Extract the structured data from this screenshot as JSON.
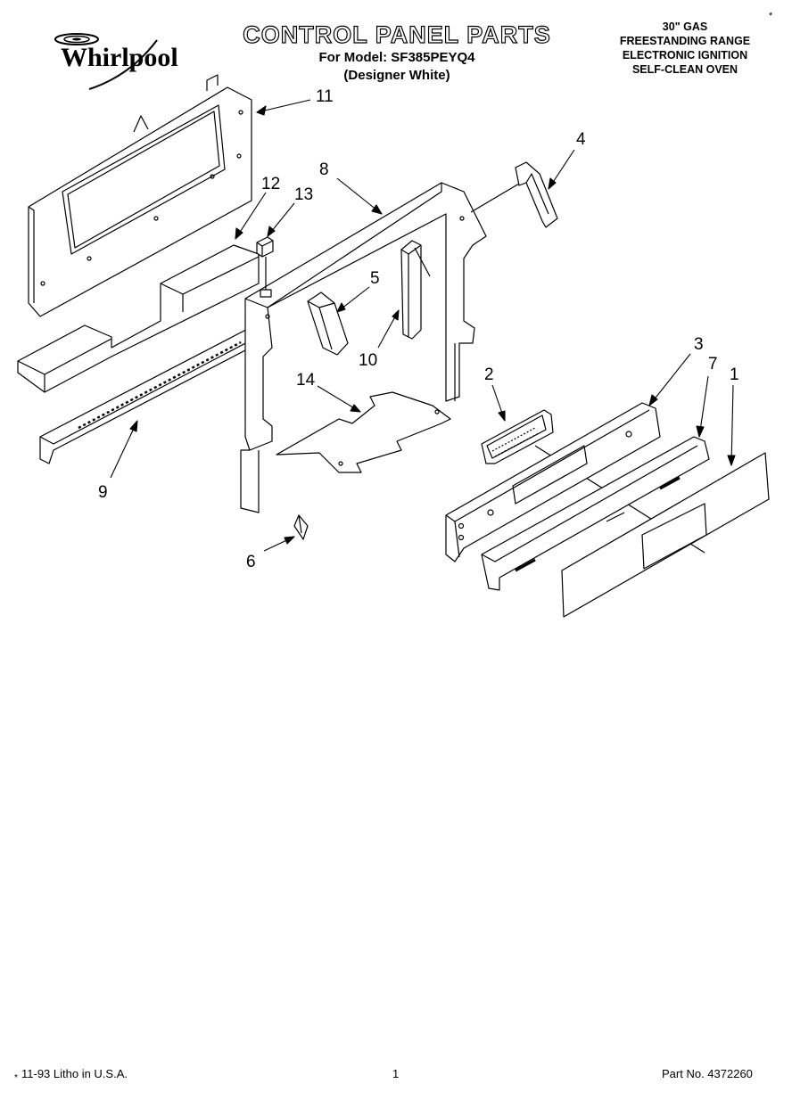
{
  "brand": {
    "name": "Whirlpool"
  },
  "header": {
    "title": "CONTROL PANEL PARTS",
    "model_line": "For Model: SF385PEYQ4",
    "variant_line": "(Designer White)",
    "spec_lines": [
      "30\" GAS",
      "FREESTANDING RANGE",
      "ELECTRONIC IGNITION",
      "SELF-CLEAN OVEN"
    ],
    "corner_mark": "*"
  },
  "callouts": [
    "11",
    "12",
    "13",
    "8",
    "4",
    "5",
    "10",
    "14",
    "9",
    "2",
    "3",
    "7",
    "1",
    "6"
  ],
  "footer": {
    "litho": "11-93 Litho in U.S.A.",
    "litho_mark": "*",
    "page": "1",
    "part_no": "Part No. 4372260"
  }
}
